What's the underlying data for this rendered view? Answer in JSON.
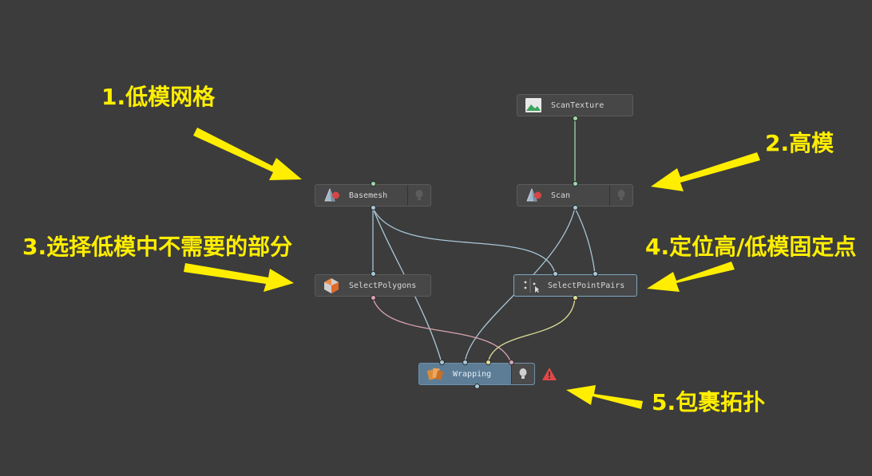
{
  "nodes": {
    "scan_texture": {
      "label": "ScanTexture",
      "icon": "image-icon"
    },
    "basemesh": {
      "label": "Basemesh",
      "icon": "geometry-icon"
    },
    "scan": {
      "label": "Scan",
      "icon": "geometry-icon"
    },
    "select_polygons": {
      "label": "SelectPolygons",
      "icon": "select-polygons-icon"
    },
    "select_point_pairs": {
      "label": "SelectPointPairs",
      "icon": "point-pairs-icon"
    },
    "wrapping": {
      "label": "Wrapping",
      "icon": "wrapping-icon",
      "status": "warning"
    }
  },
  "annotations": {
    "a1": "1.低模网格",
    "a2": "2.高模",
    "a3": "3.选择低模中不需要的部分",
    "a4": "4.定位高/低模固定点",
    "a5": "5.包裹拓扑"
  },
  "colors": {
    "background": "#3c3c3c",
    "node": "#474747",
    "node_active": "#5d7d96",
    "wire_geometry": "#a9c7d6",
    "wire_image": "#9ed6a8",
    "wire_polygons": "#d9a3b0",
    "wire_pointpairs": "#e0df9a",
    "annotation": "#ffee00",
    "warning": "#e04848"
  }
}
